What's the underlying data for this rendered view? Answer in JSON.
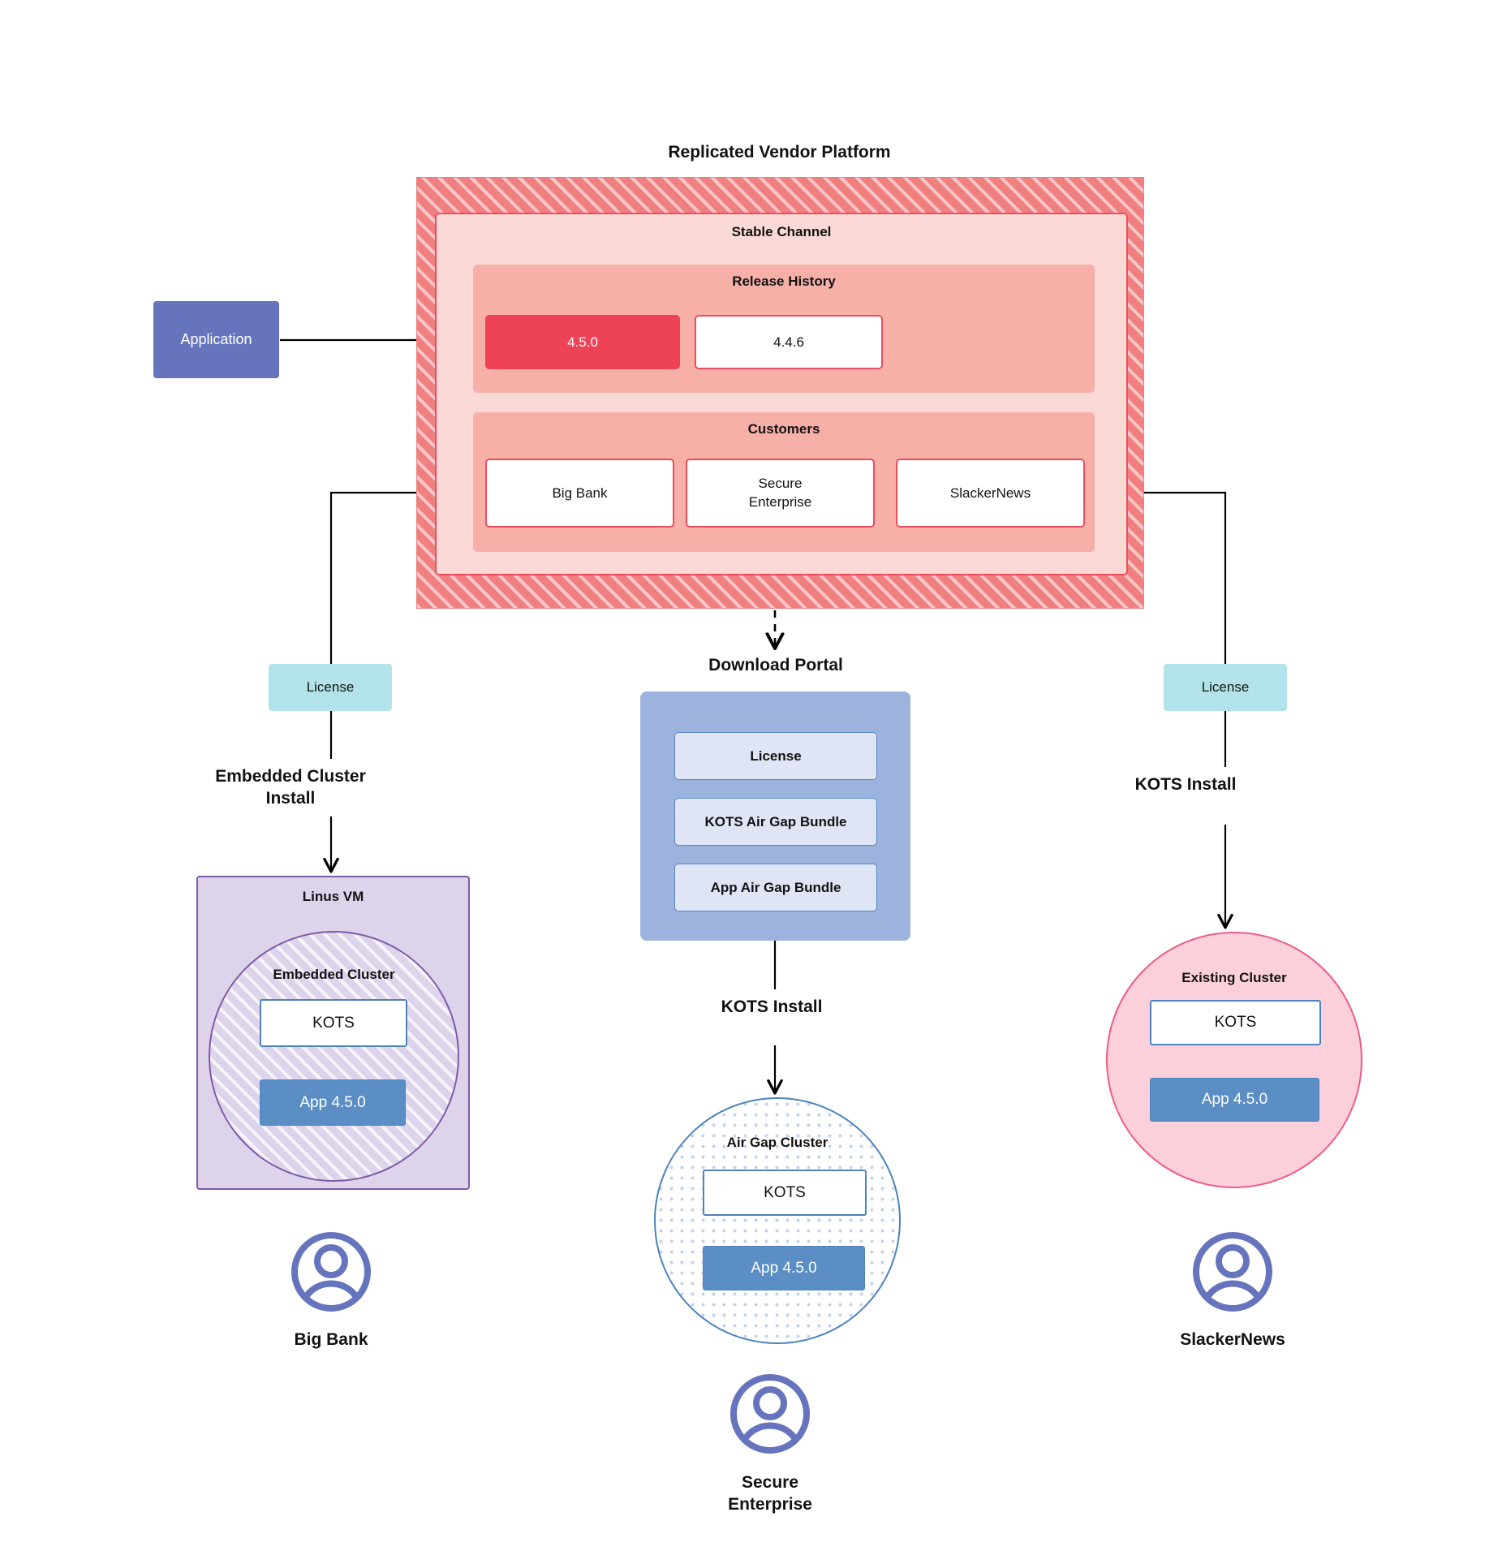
{
  "diagram": {
    "title": "Replicated Vendor Platform",
    "platform": {
      "label": "Replicated Vendor Platform",
      "channel": {
        "label": "Stable Channel",
        "release_history": {
          "label": "Release History",
          "releases": [
            {
              "version": "4.5.0",
              "state": "current"
            },
            {
              "version": "4.4.6",
              "state": "previous"
            }
          ]
        },
        "customers": {
          "label": "Customers",
          "items": [
            {
              "name": "Big Bank"
            },
            {
              "name": "Secure\nEnterprise"
            },
            {
              "name": "SlackerNews"
            }
          ]
        }
      }
    },
    "application_node": {
      "label": "Application"
    },
    "licenses": [
      {
        "label": "License"
      },
      {
        "label": "License"
      }
    ],
    "download_portal": {
      "title": "Download  Portal",
      "items": [
        {
          "label": "License"
        },
        {
          "label": "KOTS Air Gap Bundle"
        },
        {
          "label": "App Air Gap Bundle"
        }
      ]
    },
    "edge_labels": {
      "embedded_cluster_install": "Embedded Cluster\nInstall",
      "kots_install_middle": "KOTS Install",
      "kots_install_right": "KOTS Install"
    },
    "targets": [
      {
        "id": "linux-vm",
        "outer_label": "Linus VM",
        "inner_label": "Embedded Cluster",
        "kots_label": "KOTS",
        "app_label": "App 4.5.0",
        "person": "Big Bank",
        "person_icon": "user-avatar-icon"
      },
      {
        "id": "air-gap-cluster",
        "outer_label": "",
        "inner_label": "Air Gap Cluster",
        "kots_label": "KOTS",
        "app_label": "App 4.5.0",
        "person": "Secure\nEnterprise",
        "person_icon": "user-avatar-icon"
      },
      {
        "id": "existing-cluster",
        "outer_label": "",
        "inner_label": "Existing Cluster",
        "kots_label": "KOTS",
        "app_label": "App 4.5.0",
        "person": "SlackerNews",
        "person_icon": "user-avatar-icon"
      }
    ]
  },
  "colors": {
    "platform_hatch": "#f08080",
    "channel_fill": "#fbd9d6",
    "group_band": "#f7b0a8",
    "release_accent": "#ee4257",
    "release_border": "#ef4b5f",
    "application_fill": "#6574bd",
    "license_fill": "#b2e3ea",
    "portal_fill": "#9cb3dd",
    "portal_item_fill": "#dfe5f5",
    "portal_item_border": "#5b86c4",
    "vm_fill": "#ddd4ec",
    "vm_border": "#7f5aa5",
    "kots_border": "#4d82bb",
    "app_fill": "#5b8ec4",
    "existing_fill": "#fbd0da",
    "existing_border": "#ee5c88",
    "avatar": "#6574bd",
    "connector": "#000000"
  }
}
